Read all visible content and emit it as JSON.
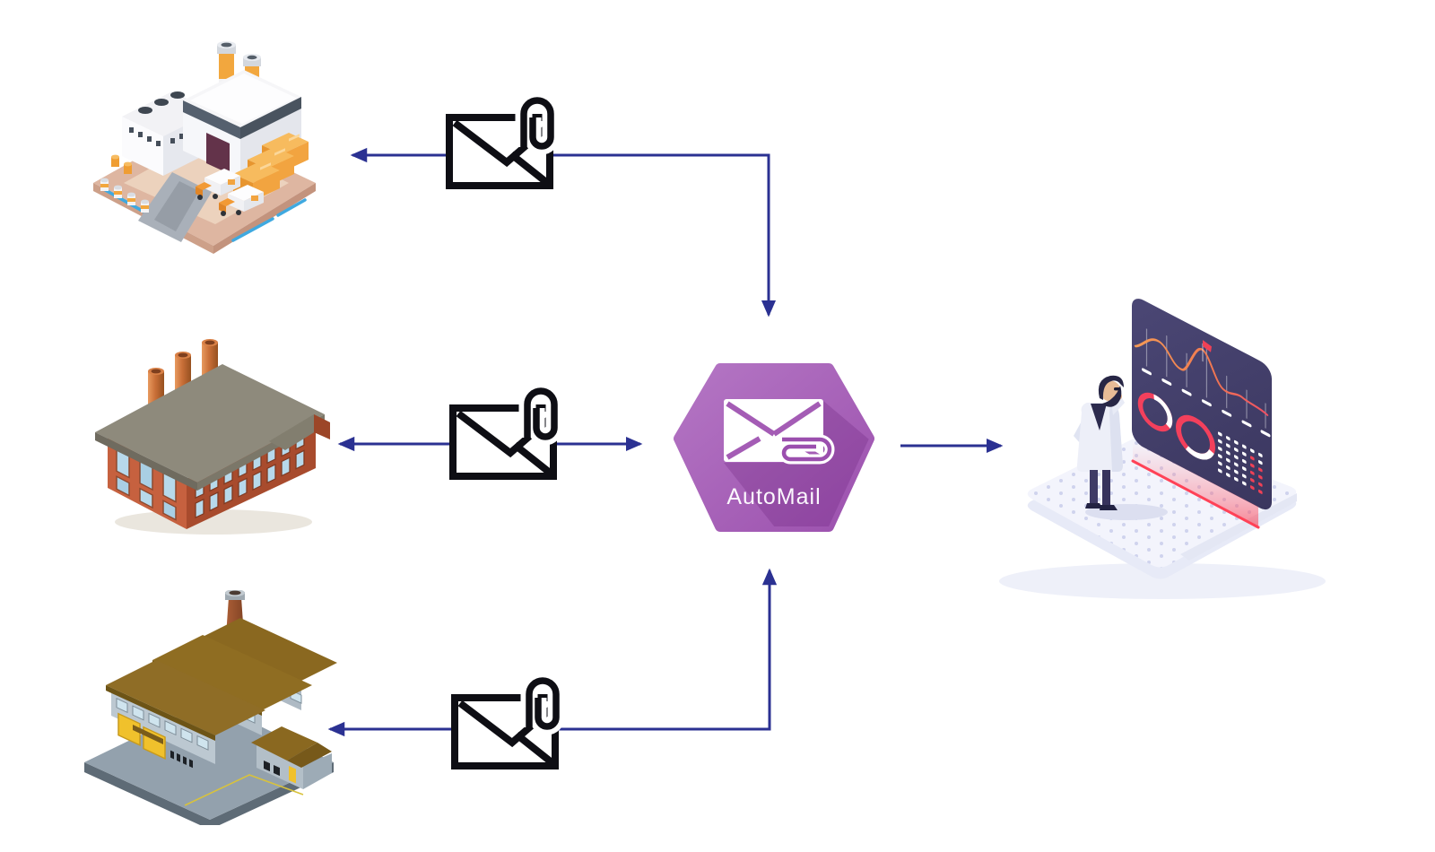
{
  "hub": {
    "label": "AutoMail",
    "shape": "hexagon",
    "color": "#a55fb5"
  },
  "icons": {
    "source_top": "industrial-plant-illustration",
    "source_middle": "brick-factory-illustration",
    "source_bottom": "warehouse-factory-illustration",
    "connector_icon": "email-attachment-icon",
    "hub_icon": "envelope-paperclip-icon",
    "destination": "analyst-dashboard-illustration"
  },
  "colors": {
    "arrow": "#2b3192",
    "envelope_stroke": "#0e0e14",
    "hub_purple": "#a55fb5",
    "hub_shadow": "#5a146e",
    "screen_navy": "#403c66",
    "chart_orange": "#f59a55",
    "chart_red": "#f23f5c",
    "platform": "#f3f4fc"
  }
}
